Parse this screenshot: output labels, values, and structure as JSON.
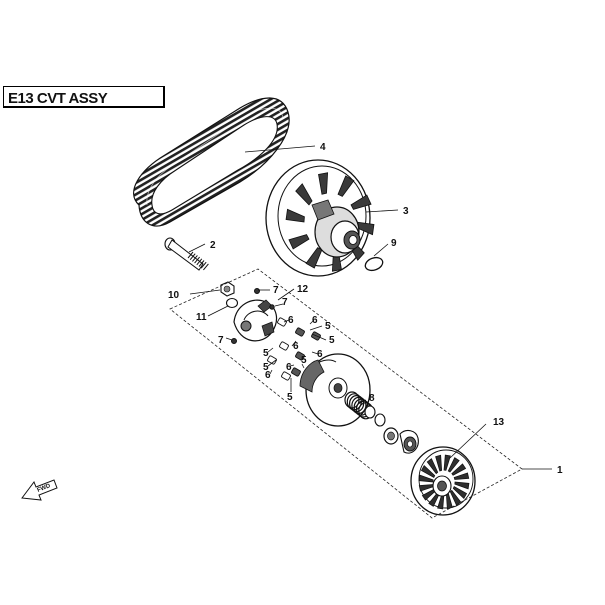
{
  "diagram": {
    "title": "E13 CVT ASSY",
    "fwd_label": "FWD",
    "colors": {
      "line": "#111111",
      "part_fill": "#ffffff",
      "shade": "#6e6e6e",
      "dark": "#2a2a2a"
    },
    "callouts": [
      {
        "id": "callout-1",
        "label": "1",
        "part": "drive-clutch-assembly"
      },
      {
        "id": "callout-2",
        "label": "2",
        "part": "bolt"
      },
      {
        "id": "callout-3",
        "label": "3",
        "part": "driven-clutch"
      },
      {
        "id": "callout-4",
        "label": "4",
        "part": "drive-belt"
      },
      {
        "id": "callout-5a",
        "label": "5",
        "part": "slider"
      },
      {
        "id": "callout-5b",
        "label": "5",
        "part": "slider"
      },
      {
        "id": "callout-5c",
        "label": "5",
        "part": "slider"
      },
      {
        "id": "callout-5d",
        "label": "5",
        "part": "slider"
      },
      {
        "id": "callout-5e",
        "label": "5",
        "part": "slider"
      },
      {
        "id": "callout-5f",
        "label": "5",
        "part": "slider"
      },
      {
        "id": "callout-6a",
        "label": "6",
        "part": "roller-weight"
      },
      {
        "id": "callout-6b",
        "label": "6",
        "part": "roller-weight"
      },
      {
        "id": "callout-6c",
        "label": "6",
        "part": "roller-weight"
      },
      {
        "id": "callout-6d",
        "label": "6",
        "part": "roller-weight"
      },
      {
        "id": "callout-6e",
        "label": "6",
        "part": "roller-weight"
      },
      {
        "id": "callout-6f",
        "label": "6",
        "part": "roller-weight"
      },
      {
        "id": "callout-7a",
        "label": "7",
        "part": "pin"
      },
      {
        "id": "callout-7b",
        "label": "7",
        "part": "pin"
      },
      {
        "id": "callout-7c",
        "label": "7",
        "part": "pin"
      },
      {
        "id": "callout-8",
        "label": "8",
        "part": "spring"
      },
      {
        "id": "callout-9",
        "label": "9",
        "part": "o-ring"
      },
      {
        "id": "callout-10",
        "label": "10",
        "part": "nut"
      },
      {
        "id": "callout-11",
        "label": "11",
        "part": "washer"
      },
      {
        "id": "callout-12",
        "label": "12",
        "part": "ramp-plate"
      },
      {
        "id": "callout-13",
        "label": "13",
        "part": "fixed-sheave"
      }
    ]
  }
}
